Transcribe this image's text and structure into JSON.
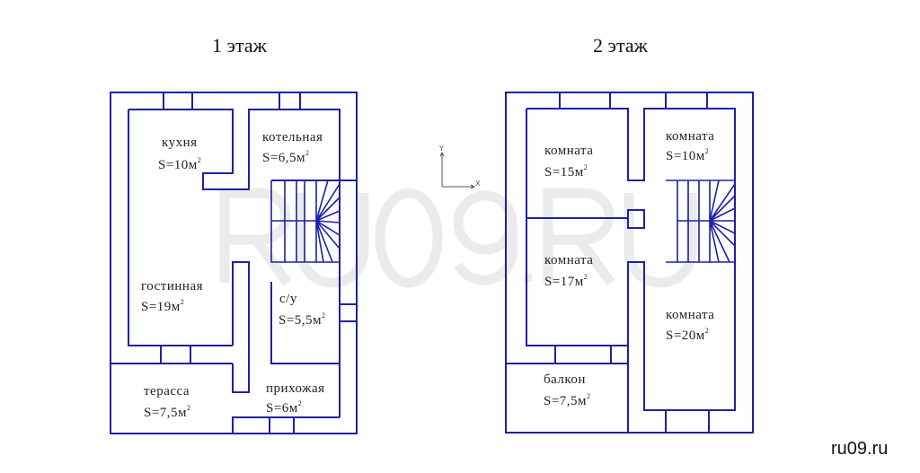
{
  "watermark": "RU09.RU",
  "site": "ru09.ru",
  "floors": [
    {
      "title": "1 этаж",
      "rooms": [
        {
          "name": "кухня",
          "area": "S=10м",
          "sup": "2"
        },
        {
          "name": "котельная",
          "area": "S=6,5м",
          "sup": "2"
        },
        {
          "name": "гостинная",
          "area": "S=19м",
          "sup": "2"
        },
        {
          "name": "с/у",
          "area": "S=5,5м",
          "sup": "2"
        },
        {
          "name": "терасса",
          "area": "S=7,5м",
          "sup": "2"
        },
        {
          "name": "прихожая",
          "area": "S=6м",
          "sup": "2"
        }
      ]
    },
    {
      "title": "2 этаж",
      "rooms": [
        {
          "name": "комната",
          "area": "S=15м",
          "sup": "2"
        },
        {
          "name": "комната",
          "area": "S=10м",
          "sup": "2"
        },
        {
          "name": "комната",
          "area": "S=17м",
          "sup": "2"
        },
        {
          "name": "комната",
          "area": "S=20м",
          "sup": "2"
        },
        {
          "name": "балкон",
          "area": "S=7,5м",
          "sup": "2"
        }
      ]
    }
  ],
  "axis": {
    "y": "Y",
    "x": "X"
  },
  "colors": {
    "walls": "#1e1eaa"
  }
}
